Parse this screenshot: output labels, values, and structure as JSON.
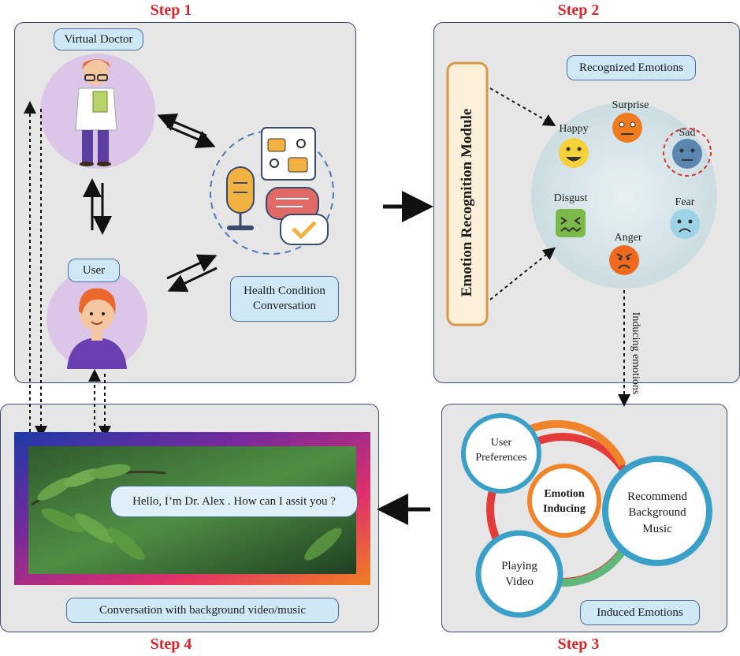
{
  "steps": {
    "step1": "Step 1",
    "step2": "Step 2",
    "step3": "Step 3",
    "step4": "Step 4"
  },
  "step1": {
    "virtual_doctor": "Virtual Doctor",
    "user": "User",
    "health_line1": "Health Condition",
    "health_line2": "Conversation"
  },
  "step2": {
    "module": "Emotion Recognition Module",
    "recognized": "Recognized Emotions",
    "emotions": {
      "happy": "Happy",
      "surprise": "Surprise",
      "sad": "Sad",
      "disgust": "Disgust",
      "fear": "Fear",
      "anger": "Anger"
    },
    "inducing": "Inducing emotions"
  },
  "step3": {
    "center_line1": "Emotion",
    "center_line2": "Inducing",
    "user_pref_line1": "User",
    "user_pref_line2": "Preferences",
    "recommend_line1": "Recommend",
    "recommend_line2": "Background",
    "recommend_line3": "Music",
    "playing_line1": "Playing",
    "playing_line2": "Video",
    "induced": "Induced Emotions"
  },
  "step4": {
    "speech": "Hello, I’m Dr. Alex . How can I assit you ?",
    "caption": "Conversation with background video/music"
  },
  "colors": {
    "step_red": "#d8262a",
    "pill_blue": "#cfe8f6",
    "panel_gray": "#e6e6e6",
    "module_orange": "#d89a4a"
  }
}
